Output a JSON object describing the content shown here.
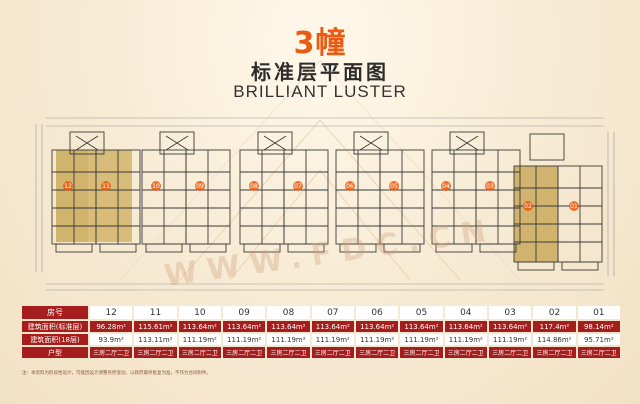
{
  "building_number": "3幢",
  "subtitle_cn": "标准层平面图",
  "subtitle_en": "BRILLIANT LUSTER",
  "watermark": "WWW.FDC.CN",
  "plan_unit_labels": [
    "12",
    "11",
    "10",
    "09",
    "08",
    "07",
    "06",
    "05",
    "04",
    "03",
    "02",
    "01"
  ],
  "table": {
    "header_label": "房号",
    "row1_label": "建筑面积(标准层)",
    "row2_label": "建筑面积(18层)",
    "row3_label": "户型",
    "units": [
      {
        "no": "12",
        "area_std": "96.28m²",
        "area_18": "93.9m²",
        "type": "三房二厅二卫"
      },
      {
        "no": "11",
        "area_std": "115.61m²",
        "area_18": "113.11m²",
        "type": "三房二厅二卫"
      },
      {
        "no": "10",
        "area_std": "113.64m²",
        "area_18": "111.19m²",
        "type": "三房二厅二卫"
      },
      {
        "no": "09",
        "area_std": "113.64m²",
        "area_18": "111.19m²",
        "type": "三房二厅二卫"
      },
      {
        "no": "08",
        "area_std": "113.64m²",
        "area_18": "111.19m²",
        "type": "三房二厅二卫"
      },
      {
        "no": "07",
        "area_std": "113.64m²",
        "area_18": "111.19m²",
        "type": "三房二厅二卫"
      },
      {
        "no": "06",
        "area_std": "113.64m²",
        "area_18": "111.19m²",
        "type": "三房二厅二卫"
      },
      {
        "no": "05",
        "area_std": "113.64m²",
        "area_18": "111.19m²",
        "type": "三房二厅二卫"
      },
      {
        "no": "04",
        "area_std": "113.64m²",
        "area_18": "111.19m²",
        "type": "三房二厅二卫"
      },
      {
        "no": "03",
        "area_std": "113.64m²",
        "area_18": "111.19m²",
        "type": "三房二厅二卫"
      },
      {
        "no": "02",
        "area_std": "117.4m²",
        "area_18": "114.86m²",
        "type": "三房二厅二卫"
      },
      {
        "no": "01",
        "area_std": "98.14m²",
        "area_18": "95.71m²",
        "type": "三房二厅二卫"
      }
    ]
  },
  "footnote": "注：本资料为阶段性设计，可能因设计调整有所变动，以政府最终批复为准，不作为合同附件。",
  "colors": {
    "title_orange": "#ea5a12",
    "table_red": "#a51d1d",
    "highlight_unit": "#c8a85a",
    "wall": "#3a3a3a",
    "background": "#f6ecd9"
  }
}
